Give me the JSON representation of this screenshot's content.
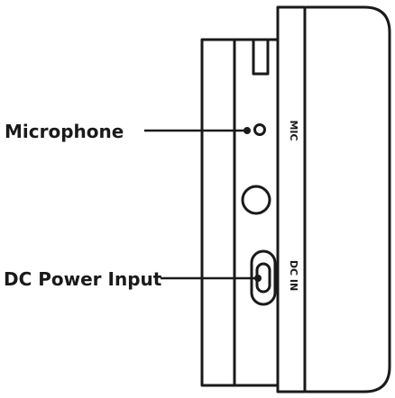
{
  "callouts": {
    "microphone": "Microphone",
    "dc_power_input": "DC Power Input"
  },
  "port_labels": {
    "mic": "MIC",
    "dc_in": "DC IN"
  },
  "colors": {
    "line": "#1a1a1a",
    "background": "#ffffff",
    "text": "#1a1a1a"
  }
}
